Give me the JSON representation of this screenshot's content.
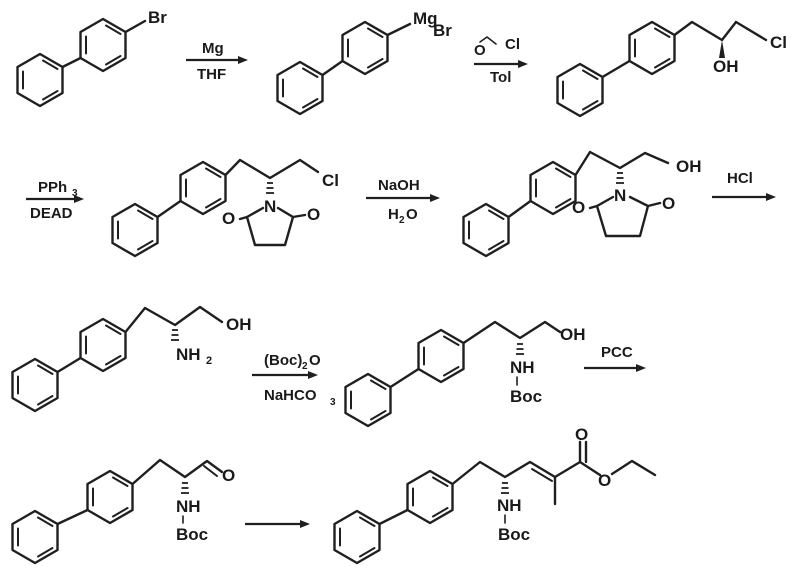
{
  "scheme": {
    "type": "reaction-scheme",
    "steps": [
      {
        "reagent_top": "Mg",
        "reagent_bottom": "THF"
      },
      {
        "reagent_top": "O",
        "reagent_top_extra": "Cl",
        "reagent_bottom": "Tol"
      },
      {
        "reagent_top": "PPh",
        "reagent_top_sub": "3",
        "reagent_bottom": "DEAD"
      },
      {
        "reagent_top": "NaOH",
        "reagent_bottom": "H",
        "reagent_bottom_sub": "2",
        "reagent_bottom_tail": "O"
      },
      {
        "reagent_top": "HCl",
        "reagent_bottom": ""
      },
      {
        "reagent_top": "(Boc)",
        "reagent_top_sub": "2",
        "reagent_top_tail": "O",
        "reagent_bottom": "NaHCO",
        "reagent_bottom_sub": "3"
      },
      {
        "reagent_top": "PCC",
        "reagent_bottom": ""
      },
      {
        "reagent_top": "",
        "reagent_bottom": ""
      }
    ],
    "compounds": [
      {
        "id": "c1",
        "name": "4-bromobiphenyl",
        "labels": {
          "br": "Br"
        }
      },
      {
        "id": "c2",
        "name": "biphenyl Grignard",
        "labels": {
          "mg": "Mg",
          "br": "Br"
        }
      },
      {
        "id": "c3",
        "name": "chlorohydrin",
        "labels": {
          "cl": "Cl",
          "oh": "OH"
        }
      },
      {
        "id": "c4",
        "name": "N-succinimide chloride",
        "labels": {
          "cl": "Cl",
          "n": "N",
          "o1": "O",
          "o2": "O"
        }
      },
      {
        "id": "c5",
        "name": "N-succinimide alcohol",
        "labels": {
          "oh": "OH",
          "n": "N",
          "o1": "O",
          "o2": "O"
        }
      },
      {
        "id": "c6",
        "name": "amino alcohol",
        "labels": {
          "oh": "OH",
          "nh": "NH",
          "nh_sub": "2"
        }
      },
      {
        "id": "c7",
        "name": "Boc amino alcohol",
        "labels": {
          "oh": "OH",
          "nh": "NH",
          "boc": "Boc"
        }
      },
      {
        "id": "c8",
        "name": "Boc amino aldehyde",
        "labels": {
          "o": "O",
          "nh": "NH",
          "boc": "Boc"
        }
      },
      {
        "id": "c9",
        "name": "unsaturated ethyl ester",
        "labels": {
          "o1": "O",
          "o2": "O",
          "nh": "NH",
          "boc": "Boc"
        }
      }
    ]
  },
  "colors": {
    "ink": "#1f1f1f",
    "background": "#ffffff"
  }
}
